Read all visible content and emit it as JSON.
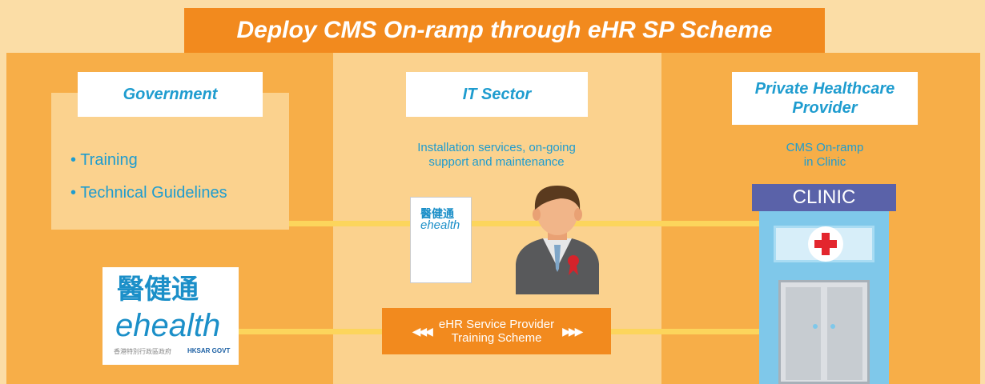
{
  "header": {
    "title": "Deploy CMS On-ramp through eHR SP Scheme"
  },
  "government": {
    "label": "Government",
    "bullets": [
      "Training",
      "Technical Guidelines"
    ]
  },
  "it_sector": {
    "label": "IT Sector",
    "description_line1": "Installation services, on-going",
    "description_line2": "support and maintenance",
    "brochure_logo_cn": "醫健通",
    "brochure_logo_en": "ehealth"
  },
  "provider": {
    "label_line1": "Private Healthcare",
    "label_line2": "Provider",
    "description_line1": "CMS On-ramp",
    "description_line2": "in Clinic",
    "clinic_sign": "CLINIC"
  },
  "scheme": {
    "line1": "eHR Service Provider",
    "line2": "Training Scheme"
  },
  "ehealth_logo": {
    "chinese": "醫健通",
    "english": "ehealth",
    "subtitle_cn": "香港特別行政區政府",
    "subtitle_en": "HKSAR GOVT"
  },
  "colors": {
    "orange": "#f28a1e",
    "light_orange": "#f7ae48",
    "pale_orange": "#fbd28e",
    "blue_text": "#1e9ccf",
    "connector": "#fcd55c",
    "clinic_blue": "#7fc8ea",
    "clinic_sign": "#5a62a9",
    "cross_red": "#e3262e"
  },
  "icons": {
    "person": "person-icon",
    "brochure": "brochure-icon",
    "clinic": "clinic-building-icon",
    "cross": "red-cross-icon",
    "arrows": "triangle-arrows-icon"
  }
}
